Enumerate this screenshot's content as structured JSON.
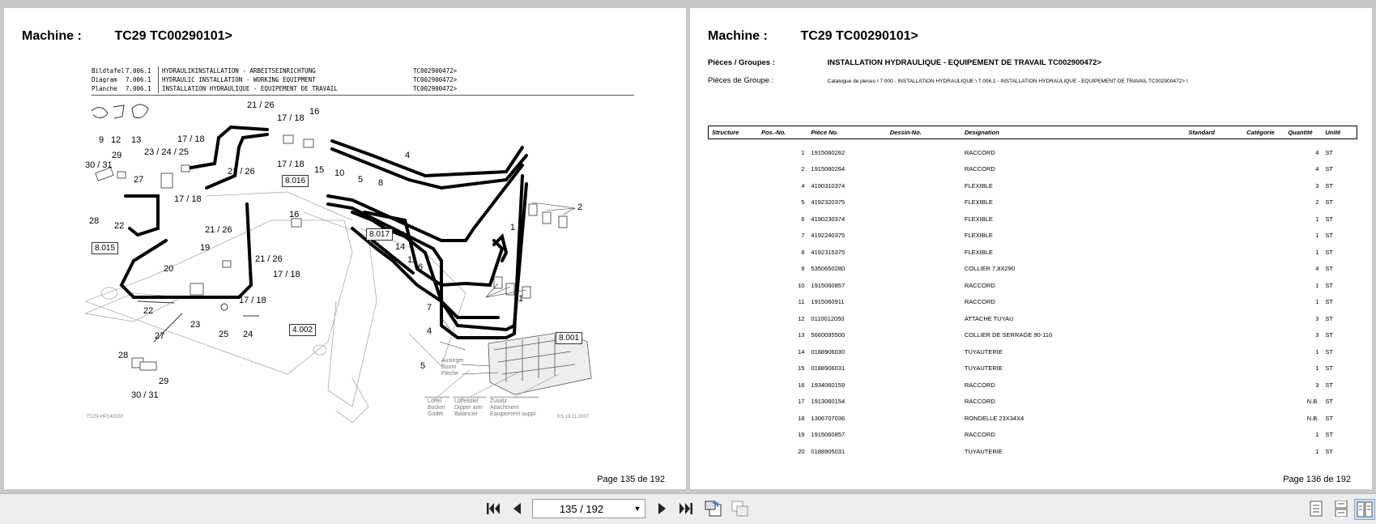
{
  "left_page": {
    "machine_label": "Machine :",
    "machine_value": "TC29 TC00290101>",
    "header_rows": [
      {
        "label": "Bildtafel",
        "num": "7.006.1",
        "title": "HYDRAULIKINSTALLATION - ARBEITSEINRICHTUNG",
        "code": "TC002900472>"
      },
      {
        "label": "Diagram",
        "num": "7.006.1",
        "title": "HYDRAULIC INSTALLATION - WORKING EQUIPMENT",
        "code": "TC002900472>"
      },
      {
        "label": "Planche",
        "num": "7.006.1",
        "title": "INSTALLATION HYDRAULIQUE - EQUIPEMENT DE TRAVAIL",
        "code": "TC002900472>"
      }
    ],
    "diagram": {
      "labels": {
        "l9": "9",
        "l12": "12",
        "l13": "13",
        "l2126a": "21 / 26",
        "l1718a": "17 / 18",
        "l16a": "16",
        "l1718b": "17 / 18",
        "l232425": "23 / 24 / 25",
        "l3031a": "30 / 31",
        "l29a": "29",
        "l27a": "27",
        "l2126b": "21 / 26",
        "l1718c": "17 / 18",
        "l8016": "8.016",
        "l15": "15",
        "l10": "10",
        "l5a": "5",
        "l8": "8",
        "l4a": "4",
        "l2": "2",
        "l1718d": "17 / 18",
        "l16b": "16",
        "l1a": "1",
        "l28a": "28",
        "l22a": "22",
        "l2126c": "21 / 26",
        "l8017": "8.017",
        "l4b": "4",
        "l8015": "8.015",
        "l19": "19",
        "l14": "14",
        "l11": "11",
        "l6": "6",
        "l20": "20",
        "l2126d": "21 / 26",
        "l1718e": "17 / 18",
        "l1b": "1",
        "l1718f": "17 / 18",
        "l7": "7",
        "l22b": "22",
        "l23": "23",
        "l4002": "4.002",
        "l4c": "4",
        "l8001": "8.001",
        "l25": "25",
        "l24": "24",
        "l27b": "27",
        "l28b": "28",
        "l5b": "5",
        "l29b": "29",
        "l3031b": "30 / 31"
      },
      "legend_boom": "Ausleger\nBoom\nFlèche",
      "legend_bucket": "Löffel\nBucket\nGodet",
      "legend_dipper": "Löffelstiel\nDipper arm\nBalancier",
      "legend_attach": "Zusatz\nAttachment\nEquipement suppl.",
      "foot_left": "TC29-HP140330",
      "foot_right": "KS  19.11.2007"
    },
    "page_number": "Page 135 de 192"
  },
  "right_page": {
    "machine_label": "Machine :",
    "machine_value": "TC29 TC00290101>",
    "groups_label": "Pièces / Groupes :",
    "groups_value": "INSTALLATION HYDRAULIQUE - EQUIPEMENT DE TRAVAIL   TC002900472>",
    "group_pieces_label": "Pièces de Groupe :",
    "group_pieces_value": "Catalogue de pieces \\ 7.000 - INSTALLATION HYDRAULIQUE \\ 7.006.1 - INSTALLATION HYDRAULIQUE - EQUIPEMENT DE TRAVAIL   TC002900472> \\",
    "table_headers": [
      "Structure",
      "Pos.-No.",
      "Pièce No.",
      "Dessin-No.",
      "Designation",
      "Standard",
      "Catégorie",
      "Quantité",
      "Unité"
    ],
    "rows": [
      {
        "pos": "1",
        "piece": "1915060262",
        "designation": "RACCORD",
        "qty": "4",
        "unit": "ST"
      },
      {
        "pos": "2",
        "piece": "1915060264",
        "designation": "RACCORD",
        "qty": "4",
        "unit": "ST"
      },
      {
        "pos": "4",
        "piece": "4190310374",
        "designation": "FLEXIBLE",
        "qty": "3",
        "unit": "ST"
      },
      {
        "pos": "5",
        "piece": "4192320375",
        "designation": "FLEXIBLE",
        "qty": "2",
        "unit": "ST"
      },
      {
        "pos": "6",
        "piece": "4190230374",
        "designation": "FLEXIBLE",
        "qty": "1",
        "unit": "ST"
      },
      {
        "pos": "7",
        "piece": "4192240375",
        "designation": "FLEXIBLE",
        "qty": "1",
        "unit": "ST"
      },
      {
        "pos": "8",
        "piece": "4192315375",
        "designation": "FLEXIBLE",
        "qty": "1",
        "unit": "ST"
      },
      {
        "pos": "9",
        "piece": "5350650280",
        "designation": "COLLIER  7,8X290",
        "qty": "4",
        "unit": "ST"
      },
      {
        "pos": "10",
        "piece": "1915060857",
        "designation": "RACCORD",
        "qty": "1",
        "unit": "ST"
      },
      {
        "pos": "11",
        "piece": "1915060911",
        "designation": "RACCORD",
        "qty": "1",
        "unit": "ST"
      },
      {
        "pos": "12",
        "piece": "0110012050",
        "designation": "ATTACHE TUYAU",
        "qty": "3",
        "unit": "ST"
      },
      {
        "pos": "13",
        "piece": "5660095500",
        "designation": "COLLIER DE SERRAGE 90-110",
        "qty": "3",
        "unit": "ST"
      },
      {
        "pos": "14",
        "piece": "0188906030",
        "designation": "TUYAUTERIE",
        "qty": "1",
        "unit": "ST"
      },
      {
        "pos": "15",
        "piece": "0188906031",
        "designation": "TUYAUTERIE",
        "qty": "1",
        "unit": "ST"
      },
      {
        "pos": "16",
        "piece": "1934060159",
        "designation": "RACCORD",
        "qty": "3",
        "unit": "ST"
      },
      {
        "pos": "17",
        "piece": "1913060154",
        "designation": "RACCORD",
        "qty": "N.B.",
        "unit": "ST"
      },
      {
        "pos": "18",
        "piece": "1306707036",
        "designation": "RONDELLE 23X34X4",
        "qty": "N.B.",
        "unit": "ST"
      },
      {
        "pos": "19",
        "piece": "1915060857",
        "designation": "RACCORD",
        "qty": "1",
        "unit": "ST"
      },
      {
        "pos": "20",
        "piece": "0188905031",
        "designation": "TUYAUTERIE",
        "qty": "1",
        "unit": "ST"
      }
    ],
    "page_number": "Page 136 de 192"
  },
  "toolbar": {
    "page_field": "135 / 192",
    "icons": [
      "first-page-icon",
      "previous-page-icon",
      "next-page-icon",
      "last-page-icon",
      "rotate-icon",
      "fit-page-icon",
      "single-page-icon",
      "continuous-icon",
      "two-page-icon"
    ]
  }
}
